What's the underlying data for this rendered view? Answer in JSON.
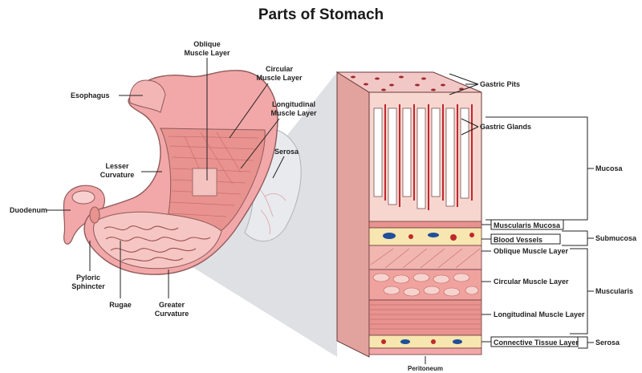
{
  "title": "Parts of Stomach",
  "labels": {
    "oblique_muscle": [
      "Oblique",
      "Muscle Layer"
    ],
    "circular_muscle": [
      "Circular",
      "Muscle Layer"
    ],
    "longitudinal_muscle": [
      "Longitudinal",
      "Muscle Layer"
    ],
    "esophagus": "Esophagus",
    "serosa": "Serosa",
    "lesser_curvature": [
      "Lesser",
      "Curvature"
    ],
    "duodenum": "Duodenum",
    "pyloric_sphincter": [
      "Pyloric",
      "Sphincter"
    ],
    "rugae": "Rugae",
    "greater_curvature": [
      "Greater",
      "Curvature"
    ],
    "gastric_pits": "Gastric Pits",
    "gastric_glands": "Gastric Glands",
    "mucosa": "Mucosa",
    "muscularis_mucosa": "Muscularis Mucosa",
    "blood_vessels": "Blood Vessels",
    "submucosa": "Submucosa",
    "oblique_muscle_layer": "Oblique Muscle Layer",
    "circular_muscle_layer": "Circular Muscle Layer",
    "muscularis": "Muscularis",
    "longitudinal_muscle_layer": "Longitudinal Muscle Layer",
    "connective_tissue_layer": "Connective Tissue Layer",
    "serosa_right": "Serosa",
    "peritoneum": "Peritoneum"
  },
  "colors": {
    "outer_pink": "#f2a7a8",
    "muscle": "#e8938f",
    "inner_mucosa": "#f6c6c4",
    "vessel_red": "#c0272d",
    "vein_blue": "#1f4e9c",
    "fat_yellow": "#f7e6b0",
    "zoom_gray": "#d9dbdf"
  }
}
